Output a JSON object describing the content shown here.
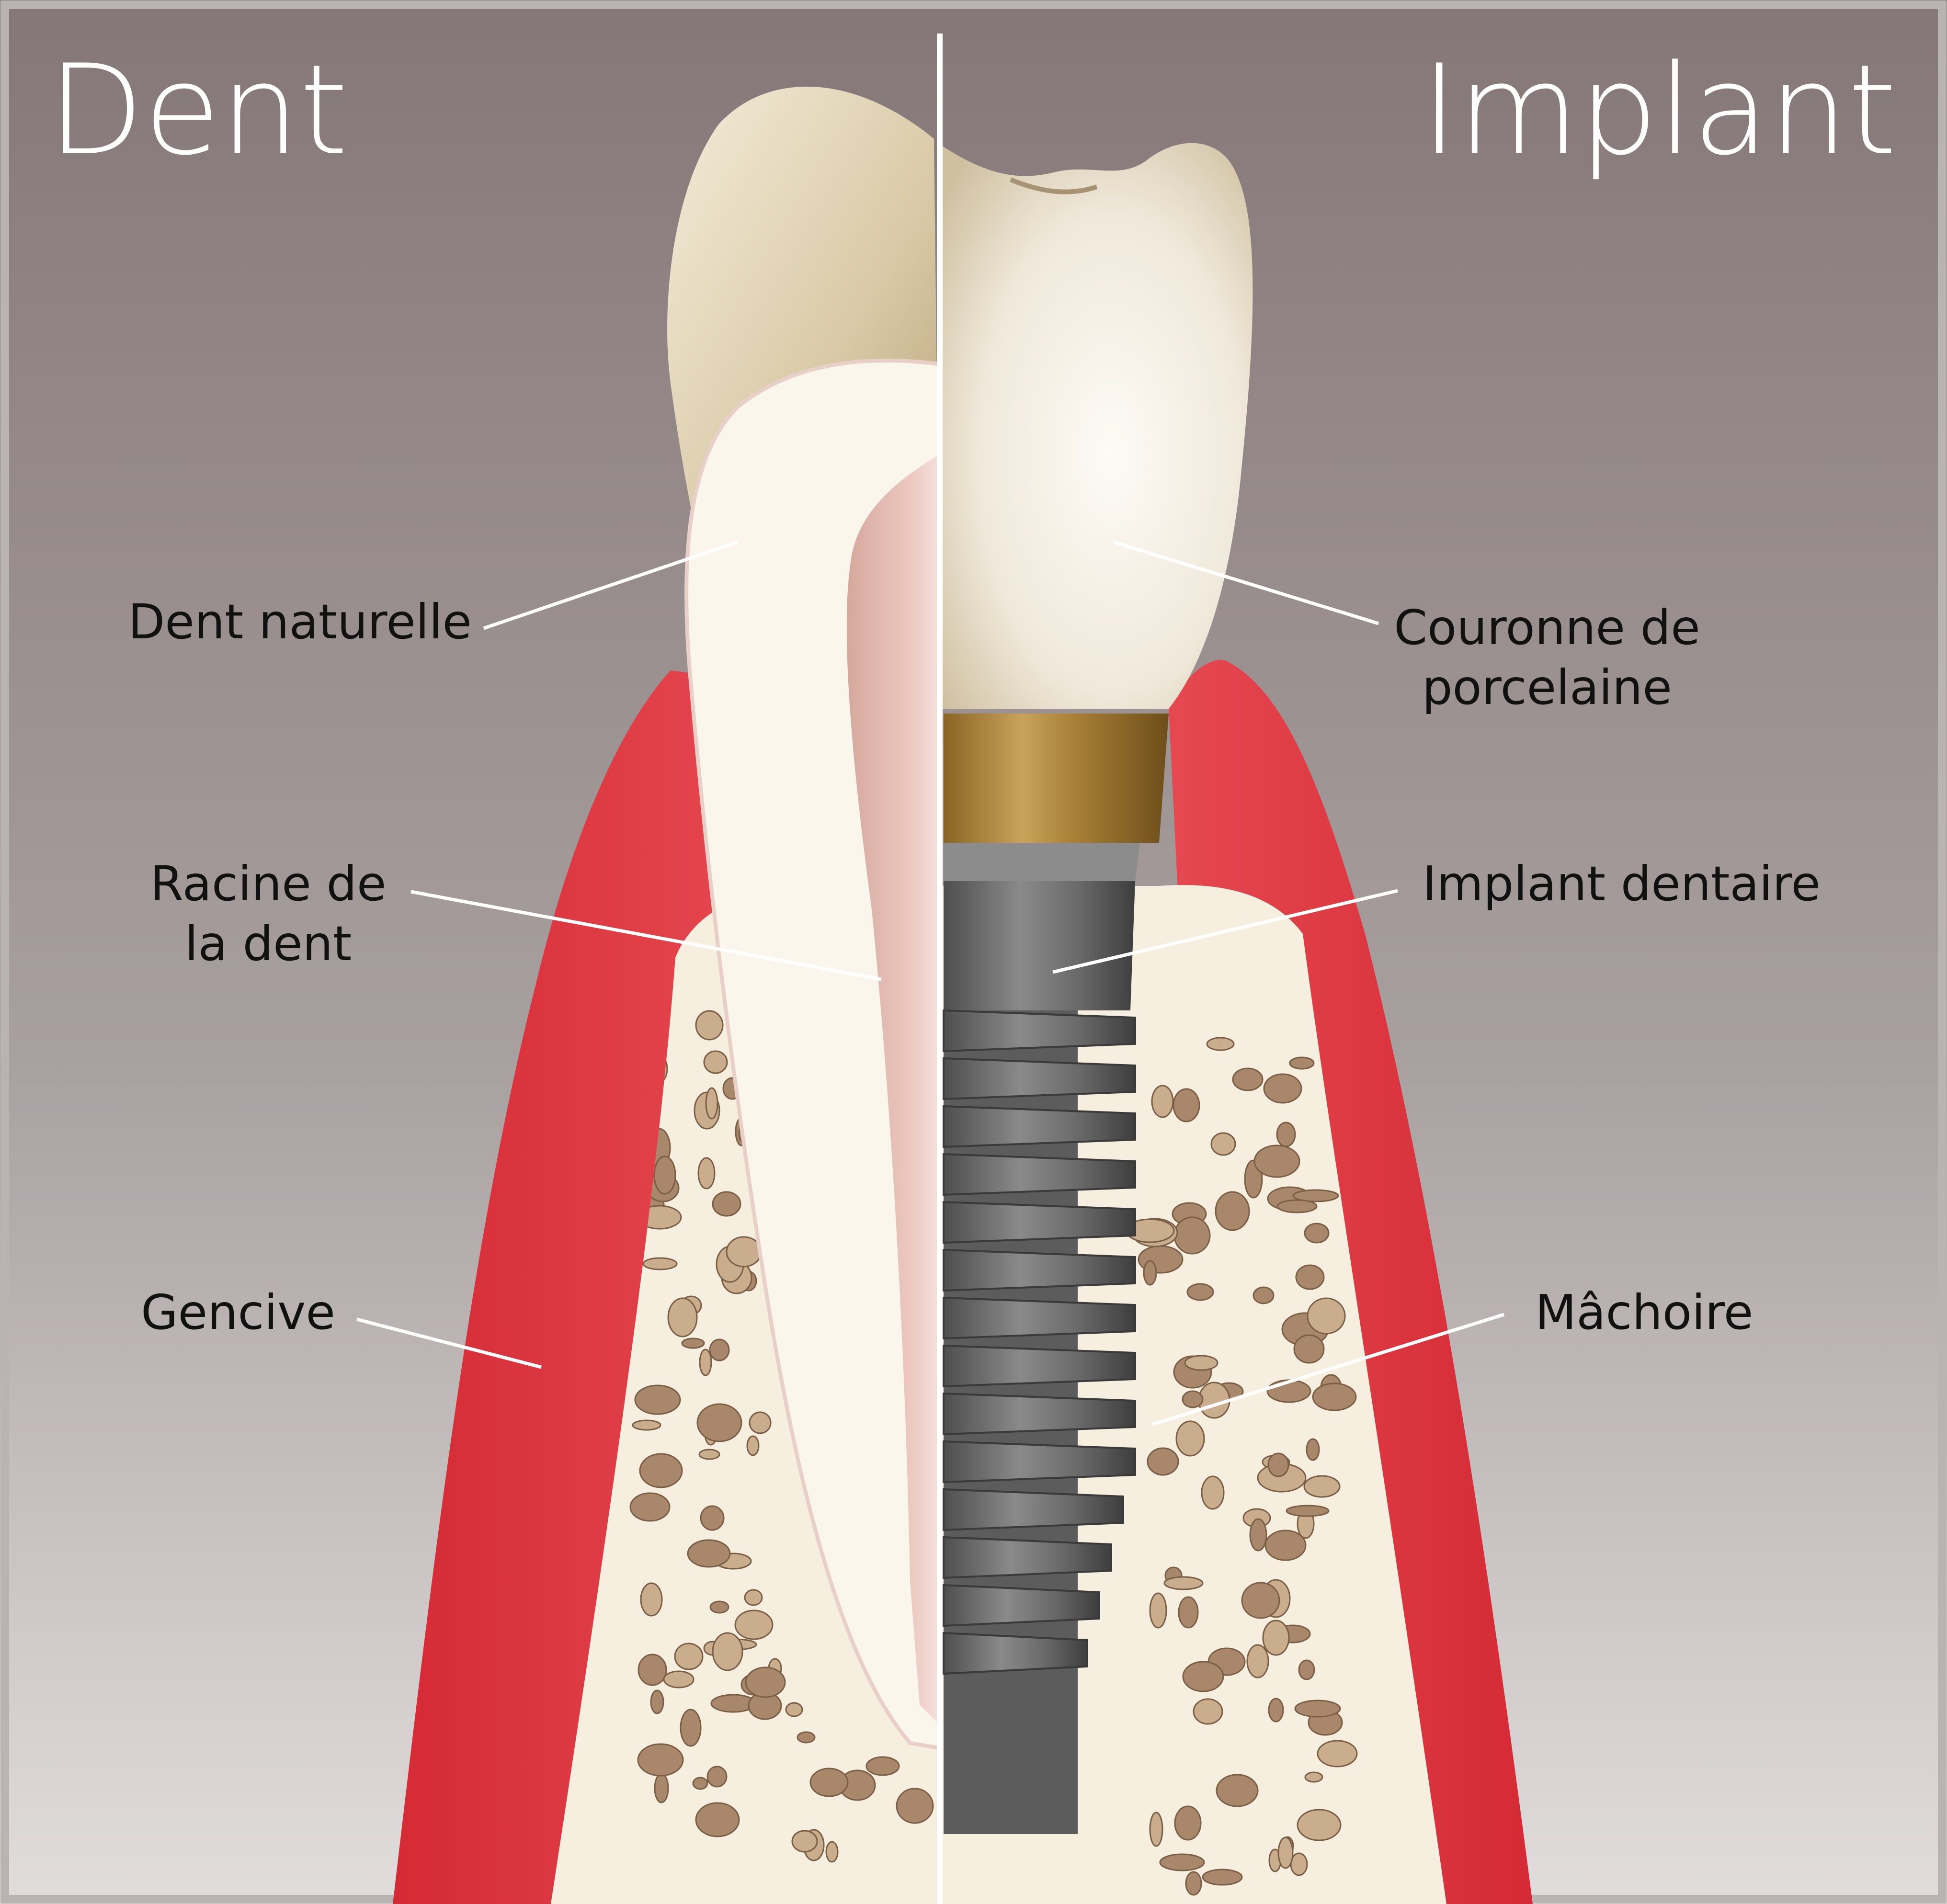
{
  "diagram": {
    "left_title": "Dent",
    "right_title": "Implant",
    "labels": {
      "dent_naturelle": "Dent naturelle",
      "racine_line1": "Racine de",
      "racine_line2": "la dent",
      "gencive": "Gencive",
      "couronne_line1": "Couronne de",
      "couronne_line2": "porcelaine",
      "implant_dentaire": "Implant dentaire",
      "machoire": "Mâchoire"
    }
  },
  "colors": {
    "background_top": "#857777",
    "background_bottom": "#e2dddd",
    "gum": "#e0313b",
    "bone": "#f6efe0",
    "dentin": "#fbf6ec",
    "pulp": "#e3b8ae",
    "enamel": "#dccfb4",
    "crown": "#f4efe5",
    "gold_abutment": "#b08a3c",
    "titanium": "#6e6e6e",
    "divider": "#ffffff"
  }
}
